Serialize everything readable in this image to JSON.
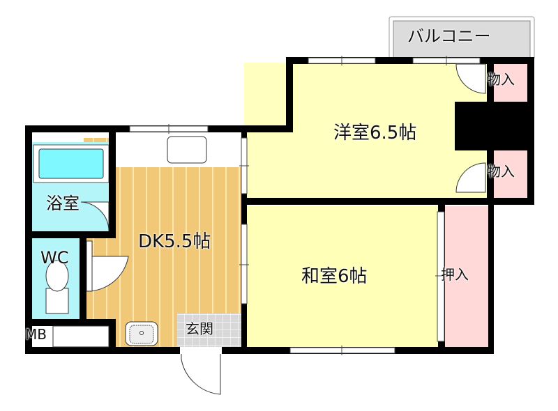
{
  "floorplan": {
    "rooms": {
      "balcony": "バルコニー",
      "western_room": "洋室6.5帖",
      "closet_top": "物入",
      "closet_bottom": "物入",
      "japanese_room": "和室6帖",
      "oshiire": "押入",
      "dk": "DK5.5帖",
      "bathroom": "浴室",
      "wc": "WC",
      "entrance": "玄関",
      "mb": "MB"
    },
    "colors": {
      "wall": "#000000",
      "western": "#ffffc0",
      "japanese": "#ffffb8",
      "dk": "#f0c878",
      "dk_stripe": "#ffe8b0",
      "wet": "#b4f5fa",
      "tub": "#80f8ff",
      "closet": "#ffd8d8",
      "balcony": "#dcdcdc",
      "entrance": "#d8d8d8"
    }
  }
}
